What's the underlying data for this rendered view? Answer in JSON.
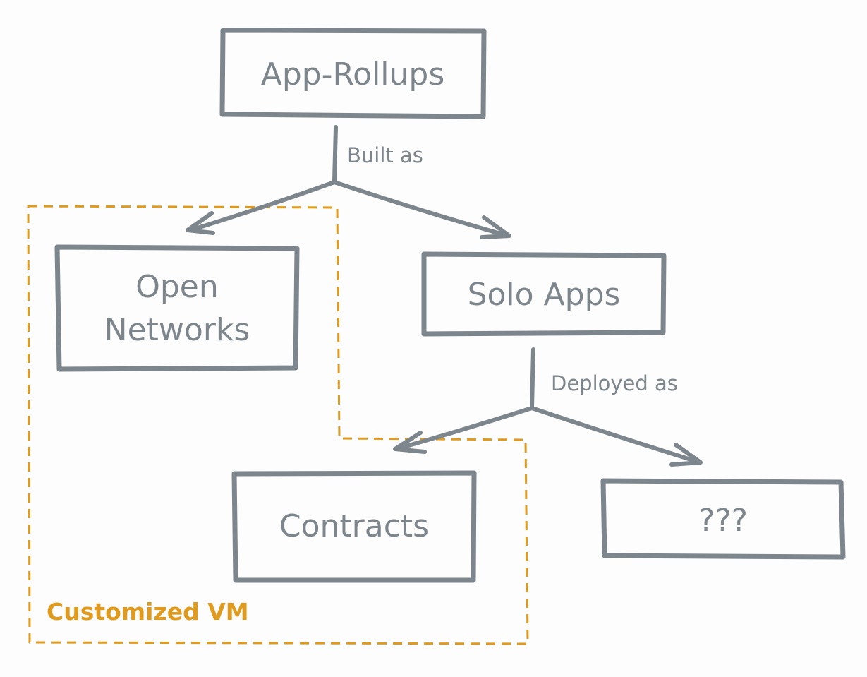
{
  "nodes": {
    "app_rollups": "App-Rollups",
    "open_networks_line1": "Open",
    "open_networks_line2": "Networks",
    "solo_apps": "Solo Apps",
    "contracts": "Contracts",
    "unknown": "???"
  },
  "edges": {
    "built_as": "Built as",
    "deployed_as": "Deployed as"
  },
  "regions": {
    "customized_vm": "Customized VM"
  },
  "colors": {
    "stroke": "#7d868c",
    "region": "#e09a1e",
    "background": "#fdfdfd"
  }
}
